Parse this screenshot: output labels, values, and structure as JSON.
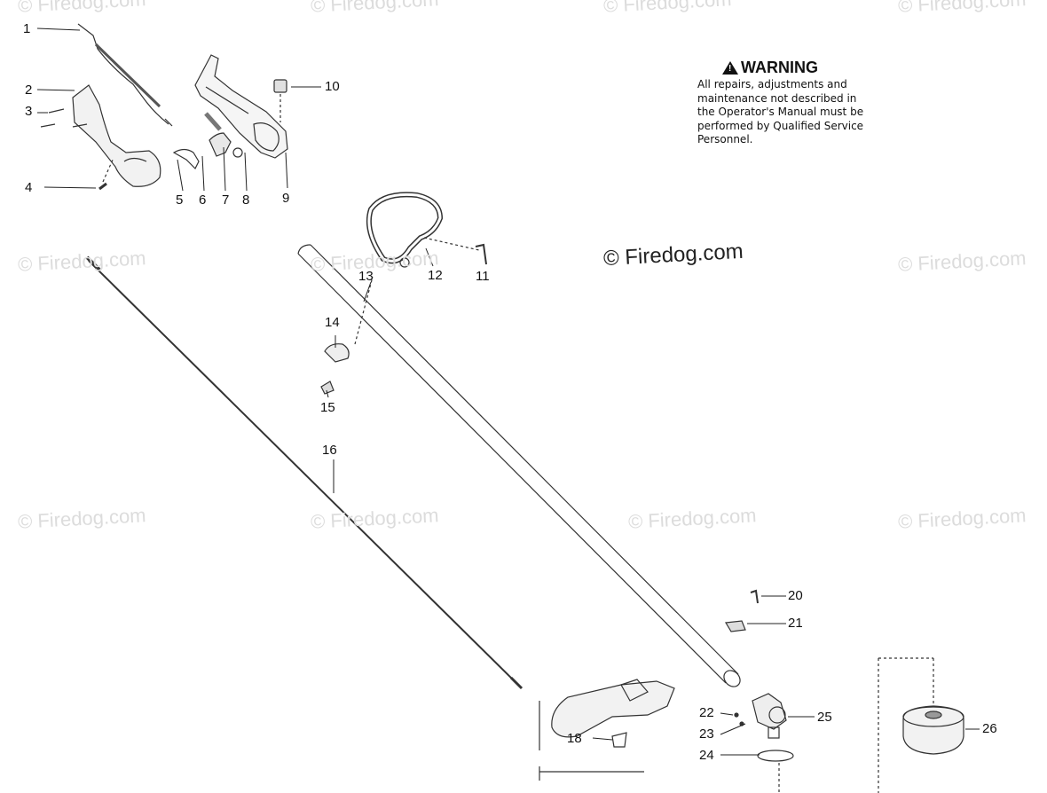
{
  "warning": {
    "title": "WARNING",
    "text": "All repairs, adjustments and\nmaintenance not described in\nthe Operator's Manual must be\nperformed by Qualified Service\nPersonnel."
  },
  "copyright": "© Firedog.com",
  "watermark": "© Firedog.com",
  "callouts": [
    "1",
    "2",
    "3",
    "4",
    "5",
    "6",
    "7",
    "8",
    "9",
    "10",
    "11",
    "12",
    "13",
    "14",
    "15",
    "16",
    "18",
    "20",
    "21",
    "22",
    "23",
    "24",
    "25",
    "26"
  ],
  "icons": {
    "warning": "warning-triangle-icon"
  },
  "colors": {
    "line": "#333333",
    "watermark": "#dcdcdc"
  }
}
